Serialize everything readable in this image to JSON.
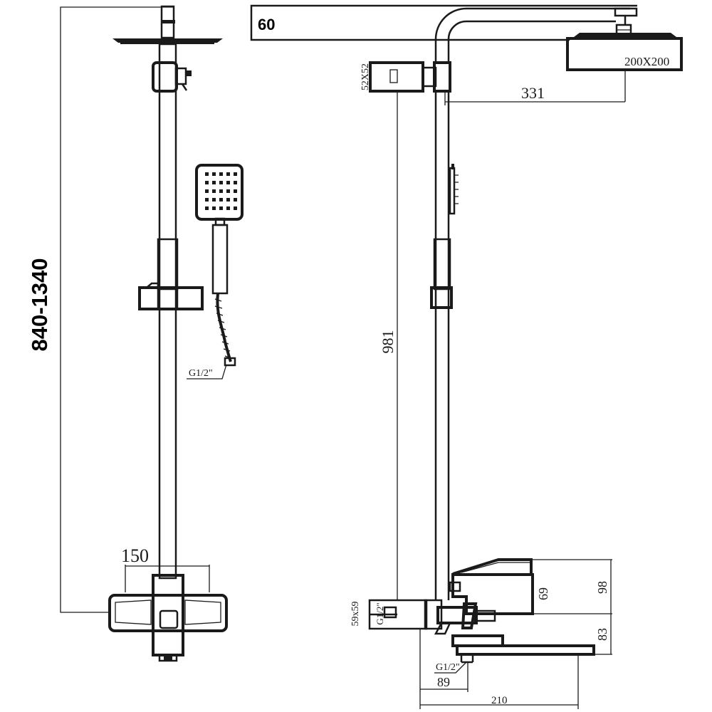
{
  "dimensions": {
    "height_range": "840-1340",
    "top_offset": "60",
    "head_size": "200X200",
    "arm_length": "331",
    "diverter_size": "52X52",
    "riser_length": "981",
    "hand_inlet": "G1/2\"",
    "mixer_centers": "150",
    "mixer_size": "59x59",
    "mixer_inlet": "G1/2\"",
    "spout_inlet": "G1/2\"",
    "spout_height": "98",
    "handle_height": "69",
    "spout_drop": "83",
    "spout_offset": "89",
    "spout_reach": "210"
  }
}
